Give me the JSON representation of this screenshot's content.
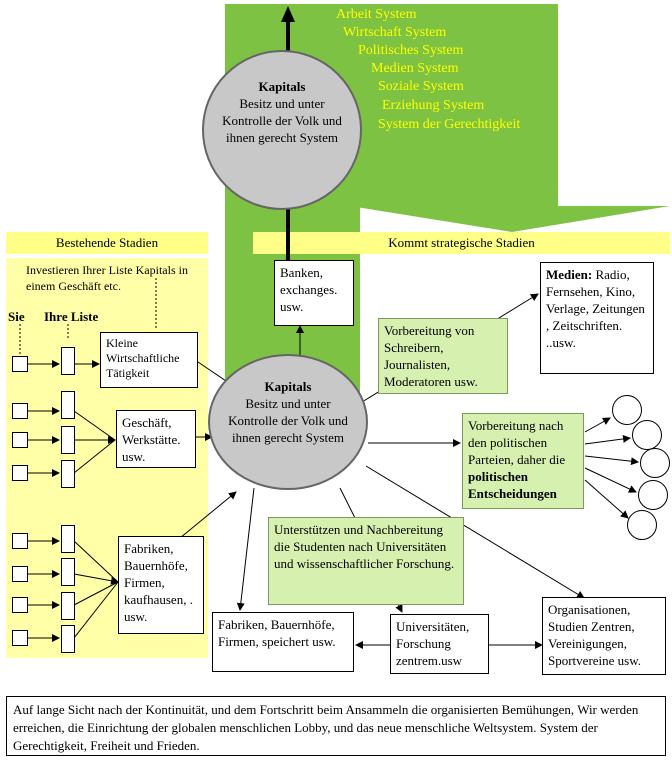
{
  "systems": [
    "Arbeit System",
    "Wirtschaft System",
    "Politisches System",
    "Medien  System",
    "Soziale System",
    "Erziehung System",
    "System der Gerechtigkeit"
  ],
  "top_circle": {
    "title": "Kapitals",
    "body": "Besitz und unter Kontrolle der Volk und ihnen gerecht System"
  },
  "center_circle": {
    "title": "Kapitals",
    "body": "Besitz und unter Kontrolle der Volk und ihnen gerecht System"
  },
  "stages": {
    "existing": "Bestehende Stadien",
    "strategic": "Kommt strategische Stadien"
  },
  "invest_note": "Investieren Ihrer Liste Kapitals in einem Geschäft etc.",
  "labels": {
    "sie": "Sie",
    "ihre_liste": "Ihre Liste"
  },
  "boxes": {
    "kleine": "Kleine Wirtschaftliche Tätigkeit",
    "geschaeft": "Geschäft, Werkstätte. usw.",
    "fabriken_left": "Fabriken, Bauernhöfe, Firmen, kaufhausen, . usw.",
    "banken": "Banken, exchanges. usw.",
    "vorbereitung_schreiber": "Vorbereitung von Schreibern, Journalisten, Moderatoren usw.",
    "medien_title": "Medien:",
    "medien_body": " Radio, Fernsehen, Kino, Verlage, Zeitungen , Zeitschriften. ..usw.",
    "vorbereitung_parteien": "Vorbereitung nach den politischen Parteien, daher die ",
    "vorbereitung_parteien_bold": "politischen Entscheidungen",
    "unterstuetzen": "Unterstützen und Nachbereitung die Studenten nach Universitäten und wissenschaftlicher Forschung.",
    "fabriken_bottom": "Fabriken, Bauernhöfe, Firmen, speichert usw.",
    "universitaeten": "Universitäten, Forschung zentrem.usw",
    "organisationen": "Organisationen, Studien Zentren, Vereinigungen, Sportvereine usw."
  },
  "footer": "Auf lange Sicht nach der Kontinuität, und dem Fortschritt beim Ansammeln die organisierten Bemühungen, Wir werden erreichen, die Einrichtung der globalen menschlichen Lobby, und das neue menschliche Weltsystem. System der Gerechtigkeit, Freiheit und Frieden.",
  "colors": {
    "green": "#7dc242",
    "yellow_panel": "#ffffa8",
    "yellow_label": "#ffff88",
    "system_text": "#ffff00",
    "circle": "#c8c8c8",
    "light_green": "#d6f0b0"
  }
}
